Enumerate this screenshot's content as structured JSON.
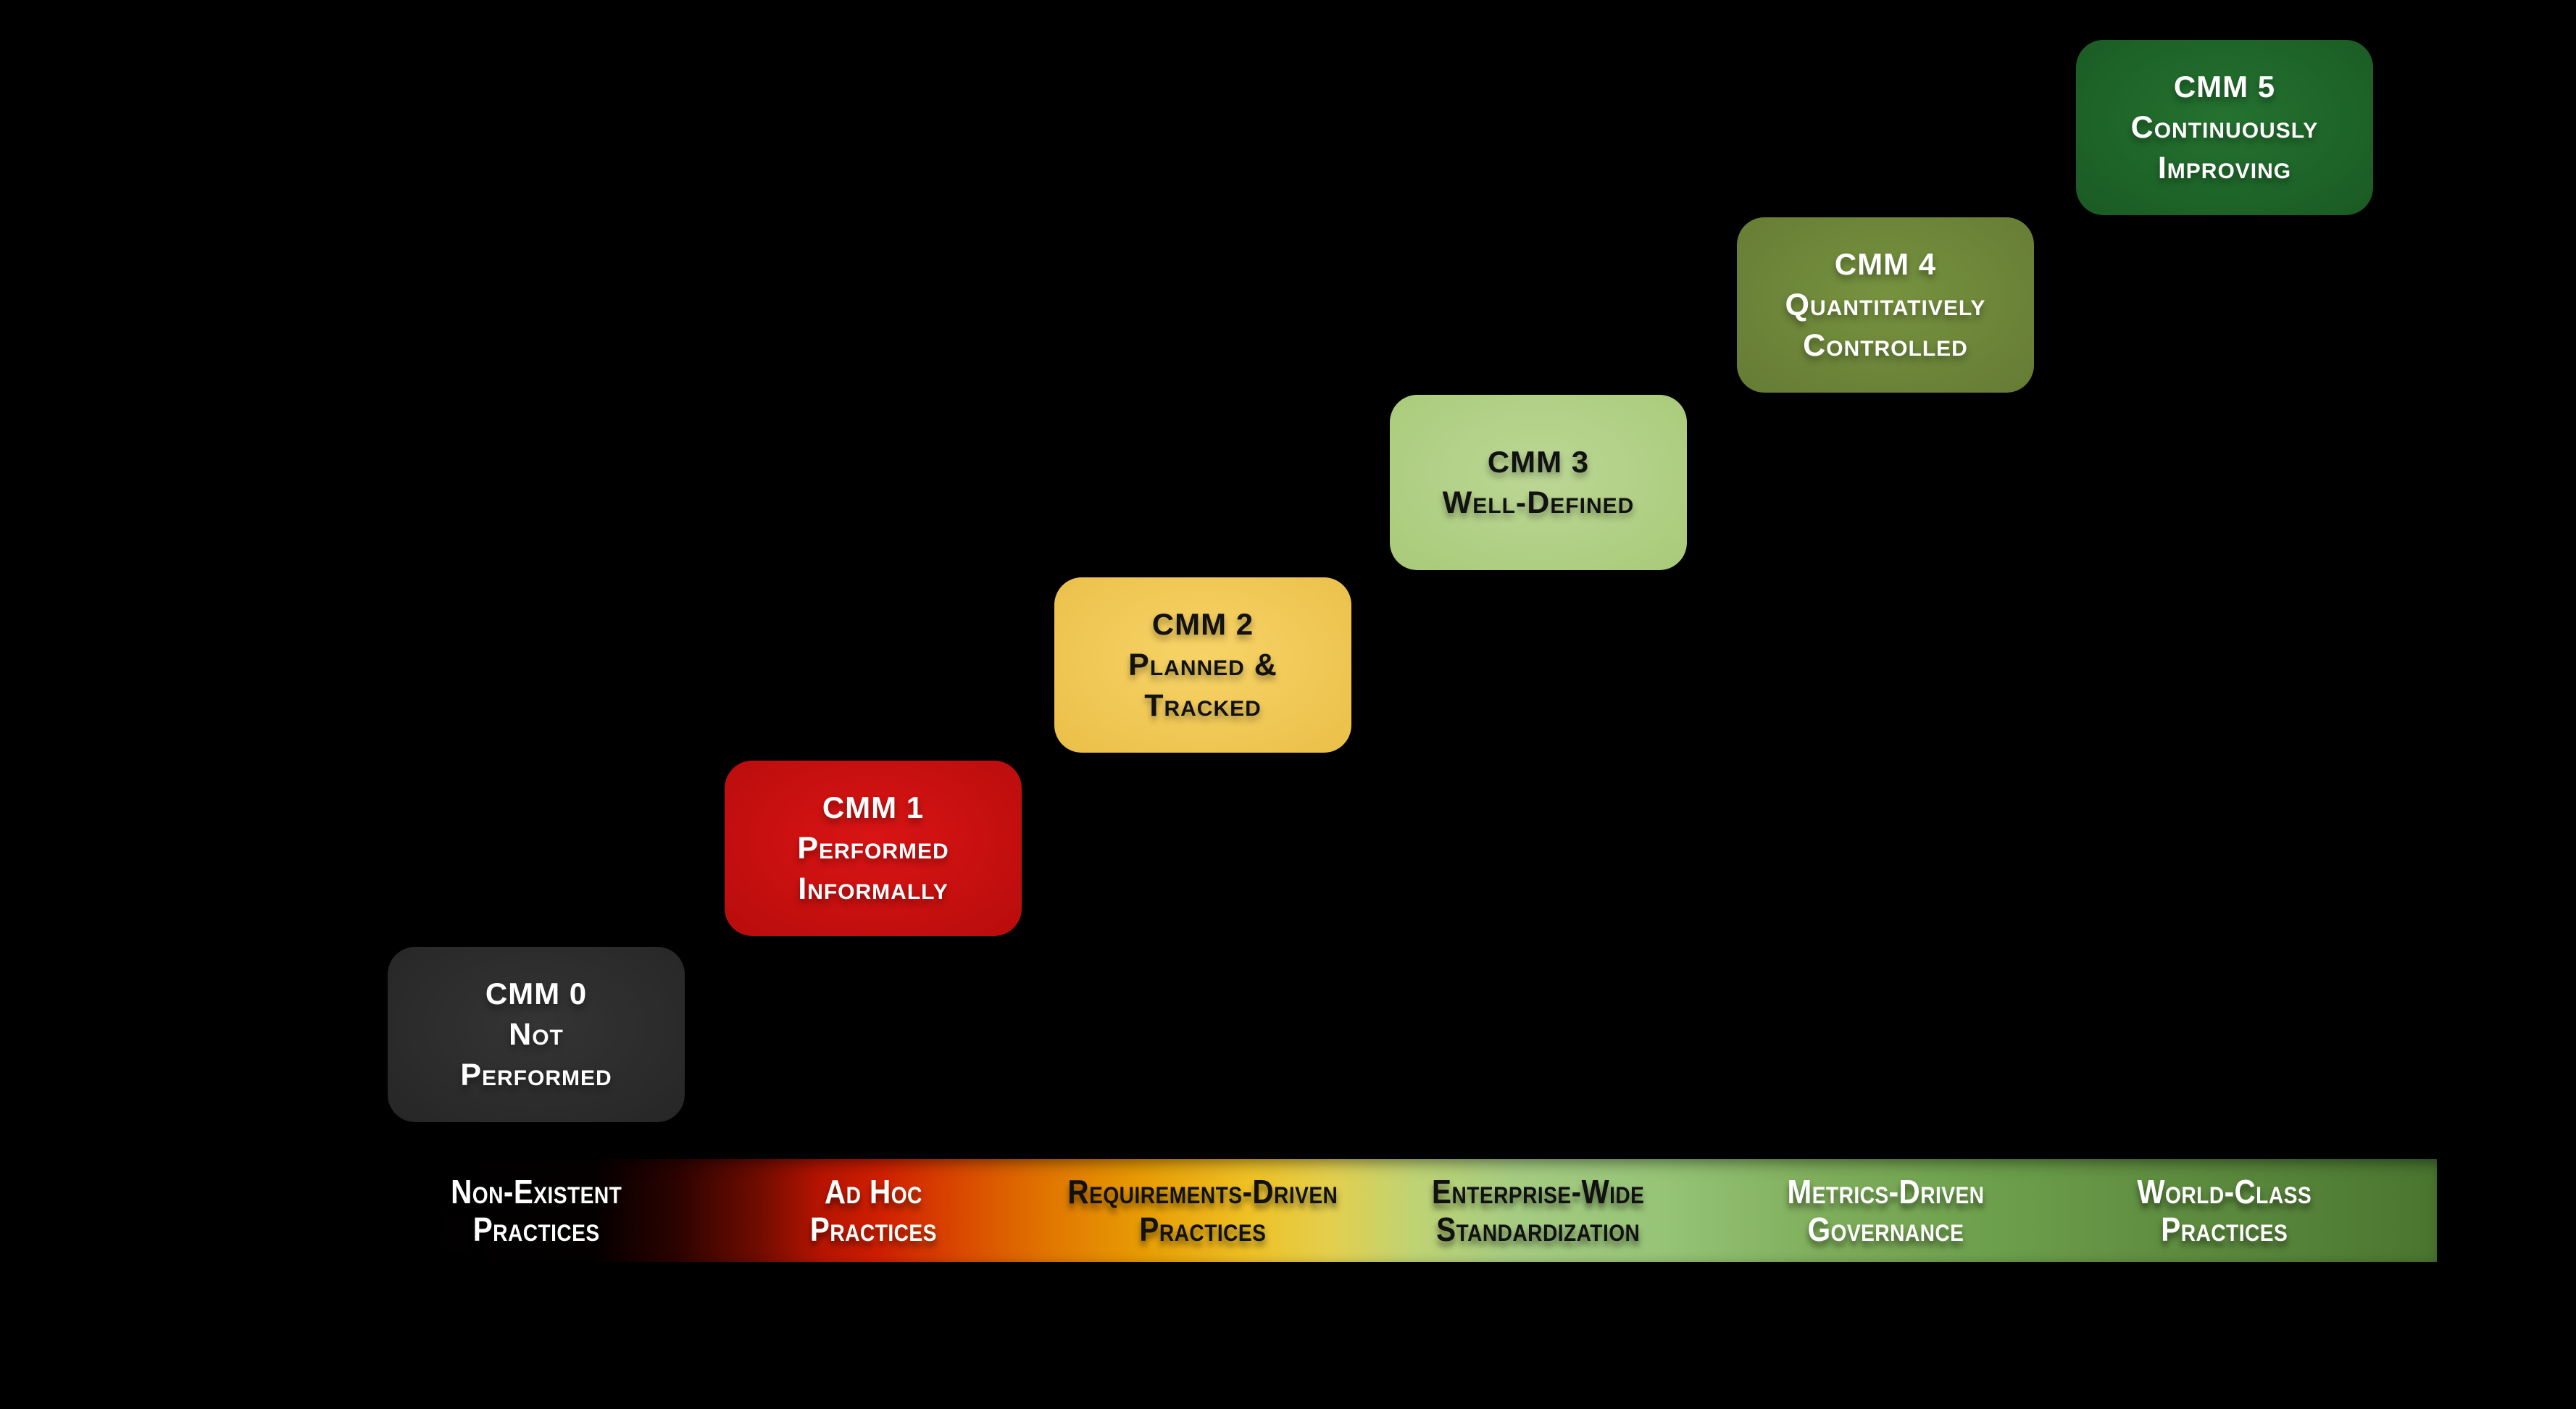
{
  "background_color": "#000000",
  "diagram": {
    "type": "staircase-maturity-model",
    "levels": [
      {
        "title": "CMM 0",
        "line1": "Not",
        "line2": "Performed",
        "fill_center": "#343434",
        "fill_edge": "#262626",
        "text_color": "#ffffff"
      },
      {
        "title": "CMM 1",
        "line1": "Performed",
        "line2": "Informally",
        "fill_center": "#d91414",
        "fill_edge": "#b80c0c",
        "text_color": "#ffffff"
      },
      {
        "title": "CMM 2",
        "line1": "Planned &",
        "line2": "Tracked",
        "fill_center": "#f7d367",
        "fill_edge": "#eabf48",
        "text_color": "#121212"
      },
      {
        "title": "CMM 3",
        "line1": "Well-Defined",
        "line2": "",
        "fill_center": "#bcd795",
        "fill_edge": "#a8ca78",
        "text_color": "#121212"
      },
      {
        "title": "CMM 4",
        "line1": "Quantitatively",
        "line2": "Controlled",
        "fill_center": "#76923f",
        "fill_edge": "#657b34",
        "text_color": "#ffffff"
      },
      {
        "title": "CMM 5",
        "line1": "Continuously",
        "line2": "Improving",
        "fill_center": "#247230",
        "fill_edge": "#1a5a23",
        "text_color": "#ffffff"
      }
    ],
    "axis": {
      "segments": [
        {
          "line1": "Non-Existent",
          "line2": "Practices",
          "text_color": "#ffffff"
        },
        {
          "line1": "Ad Hoc",
          "line2": "Practices",
          "text_color": "#ffffff"
        },
        {
          "line1": "Requirements-Driven",
          "line2": "Practices",
          "text_color": "#111111"
        },
        {
          "line1": "Enterprise-Wide",
          "line2": "Standardization",
          "text_color": "#111111"
        },
        {
          "line1": "Metrics-Driven",
          "line2": "Governance",
          "text_color": "#ffffff"
        },
        {
          "line1": "World-Class",
          "line2": "Practices",
          "text_color": "#ffffff"
        }
      ],
      "gradient_stops": [
        {
          "pos": "0%",
          "color": "#000000"
        },
        {
          "pos": "10%",
          "color": "#050000"
        },
        {
          "pos": "14%",
          "color": "#2b0300"
        },
        {
          "pos": "18%",
          "color": "#6f0c00"
        },
        {
          "pos": "21%",
          "color": "#b51400"
        },
        {
          "pos": "24%",
          "color": "#d01f00"
        },
        {
          "pos": "28%",
          "color": "#da4a00"
        },
        {
          "pos": "32%",
          "color": "#e07400"
        },
        {
          "pos": "37%",
          "color": "#e89e04"
        },
        {
          "pos": "42%",
          "color": "#efc125"
        },
        {
          "pos": "46%",
          "color": "#e3cf4e"
        },
        {
          "pos": "50%",
          "color": "#bfd373"
        },
        {
          "pos": "55%",
          "color": "#a5cc82"
        },
        {
          "pos": "62%",
          "color": "#97c477"
        },
        {
          "pos": "70%",
          "color": "#7fae5b"
        },
        {
          "pos": "78%",
          "color": "#6da04c"
        },
        {
          "pos": "86%",
          "color": "#608f41"
        },
        {
          "pos": "94%",
          "color": "#548138"
        },
        {
          "pos": "100%",
          "color": "#4a752f"
        }
      ]
    }
  }
}
